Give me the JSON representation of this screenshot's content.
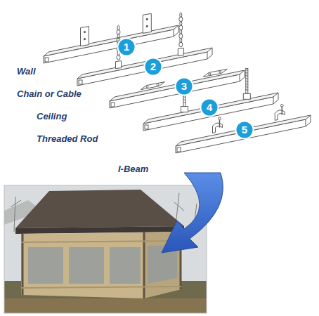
{
  "diagram": {
    "nodes": [
      {
        "text": [
          "1"
        ]
      },
      {
        "text": [
          "2"
        ]
      },
      {
        "text": [
          "3"
        ]
      },
      {
        "text": [
          "4"
        ]
      },
      {
        "text": [
          "5"
        ]
      }
    ],
    "labels": [
      "Wall",
      "Chain or Cable",
      "Ceiling",
      "Threaded Rod",
      "I-Beam"
    ]
  }
}
